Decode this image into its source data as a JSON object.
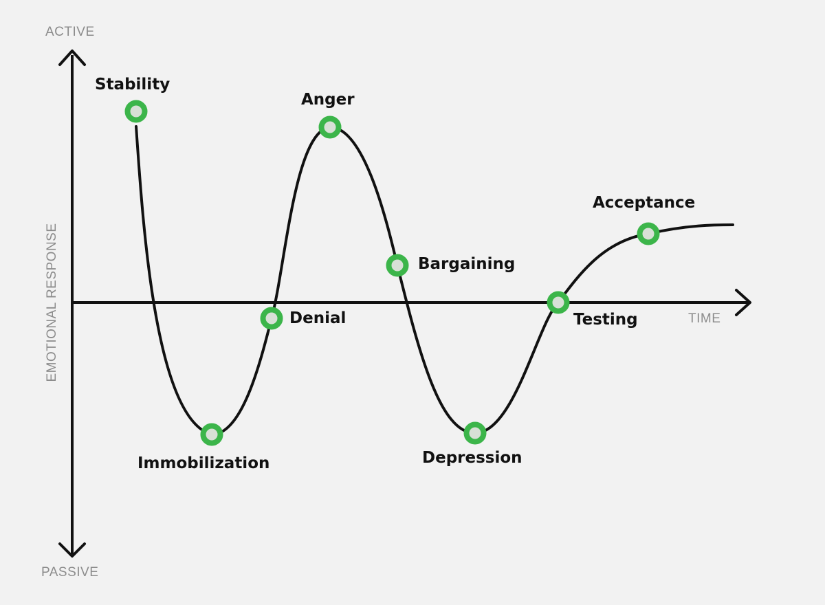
{
  "axes": {
    "top": "ACTIVE",
    "bottom": "PASSIVE",
    "y_title": "EMOTIONAL RESPONSE",
    "x_title": "TIME"
  },
  "stages": [
    {
      "label": "Stability"
    },
    {
      "label": "Immobilization"
    },
    {
      "label": "Denial"
    },
    {
      "label": "Anger"
    },
    {
      "label": "Bargaining"
    },
    {
      "label": "Depression"
    },
    {
      "label": "Testing"
    },
    {
      "label": "Acceptance"
    }
  ],
  "colors": {
    "background": "#f2f2f2",
    "line": "#111111",
    "marker_ring": "#3cb54a",
    "marker_center": "#d8e0d6",
    "axis_word": "#8c8c8c",
    "stage_label": "#111111"
  }
}
